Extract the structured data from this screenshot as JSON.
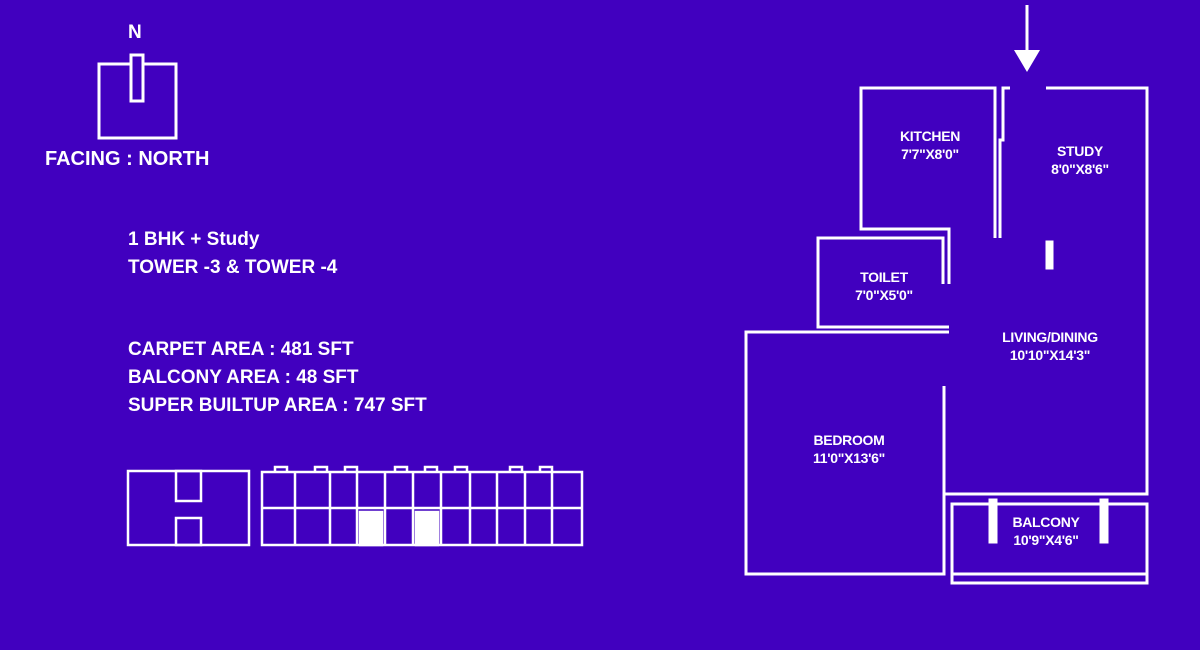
{
  "compass": {
    "north_letter": "N",
    "facing": "FACING : NORTH"
  },
  "unit": {
    "type": "1 BHK + Study",
    "towers": "TOWER -3 & TOWER -4"
  },
  "areas": {
    "carpet": "CARPET AREA : 481 SFT",
    "balcony": "BALCONY AREA : 48 SFT",
    "super_builtup": "SUPER BUILTUP AREA : 747 SFT"
  },
  "rooms": [
    {
      "name": "KITCHEN",
      "size": "7'7\"X8'0\""
    },
    {
      "name": "STUDY",
      "size": "8'0\"X8'6\""
    },
    {
      "name": "TOILET",
      "size": "7'0\"X5'0\""
    },
    {
      "name": "LIVING/DINING",
      "size": "10'10\"X14'3\""
    },
    {
      "name": "BEDROOM",
      "size": "11'0\"X13'6\""
    },
    {
      "name": "BALCONY",
      "size": "10'9\"X4'6\""
    }
  ],
  "colors": {
    "background": "#4100bf",
    "lines": "#ffffff"
  }
}
